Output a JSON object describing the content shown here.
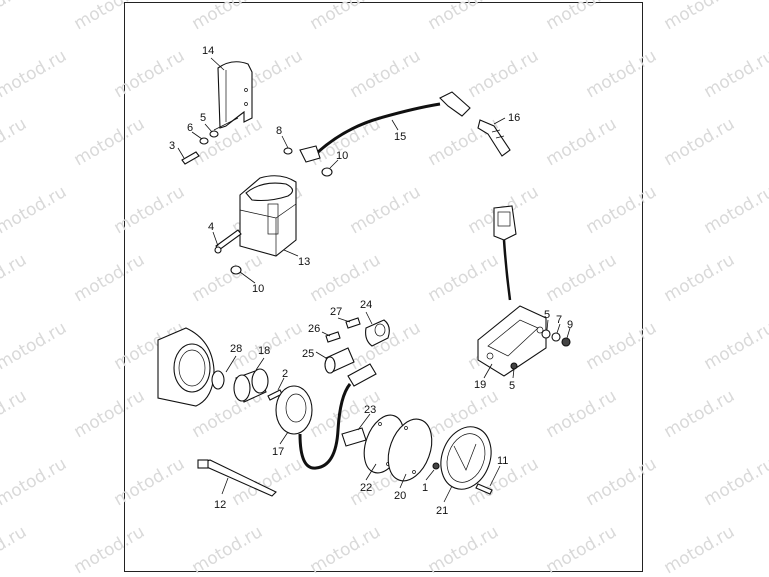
{
  "watermark": "motod.ru",
  "labels": [
    {
      "id": "14",
      "text": "14"
    },
    {
      "id": "5a",
      "text": "5"
    },
    {
      "id": "6a",
      "text": "6"
    },
    {
      "id": "3",
      "text": "3"
    },
    {
      "id": "8",
      "text": "8"
    },
    {
      "id": "15",
      "text": "15"
    },
    {
      "id": "16",
      "text": "16"
    },
    {
      "id": "10a",
      "text": "10"
    },
    {
      "id": "4",
      "text": "4"
    },
    {
      "id": "13",
      "text": "13"
    },
    {
      "id": "10b",
      "text": "10"
    },
    {
      "id": "27",
      "text": "27"
    },
    {
      "id": "24",
      "text": "24"
    },
    {
      "id": "26",
      "text": "26"
    },
    {
      "id": "25",
      "text": "25"
    },
    {
      "id": "28",
      "text": "28"
    },
    {
      "id": "18",
      "text": "18"
    },
    {
      "id": "2",
      "text": "2"
    },
    {
      "id": "5b",
      "text": "5"
    },
    {
      "id": "7",
      "text": "7"
    },
    {
      "id": "9",
      "text": "9"
    },
    {
      "id": "19",
      "text": "19"
    },
    {
      "id": "5c",
      "text": "5"
    },
    {
      "id": "23",
      "text": "23"
    },
    {
      "id": "17",
      "text": "17"
    },
    {
      "id": "11",
      "text": "11"
    },
    {
      "id": "22",
      "text": "22"
    },
    {
      "id": "20",
      "text": "20"
    },
    {
      "id": "1",
      "text": "1"
    },
    {
      "id": "21",
      "text": "21"
    },
    {
      "id": "12",
      "text": "12"
    }
  ]
}
